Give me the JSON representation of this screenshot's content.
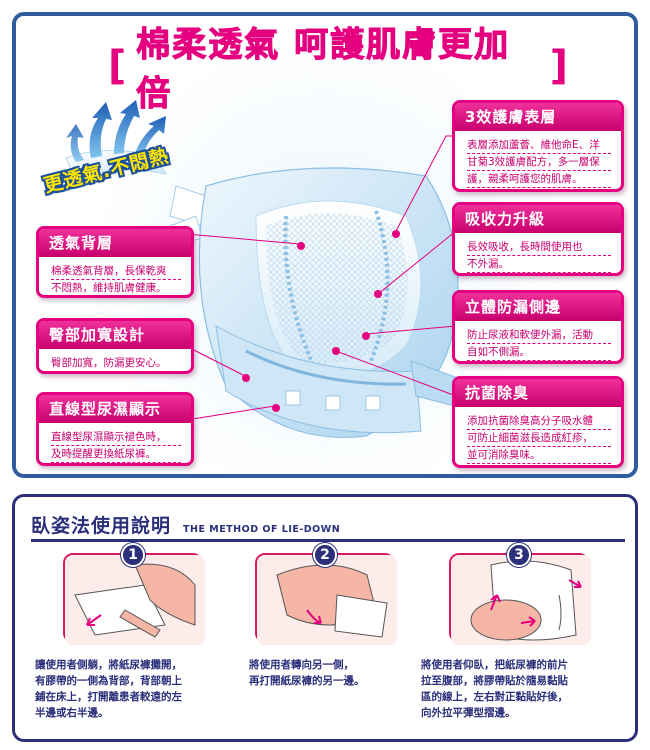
{
  "headline": {
    "bracket_left": "[",
    "text": "棉柔透氣 呵護肌膚更加倍",
    "bracket_right": "]"
  },
  "badge": {
    "text": "更透氣.不悶熱"
  },
  "cards": [
    {
      "id": "breathable-back",
      "title": "透氣背層",
      "body": [
        "棉柔透氣背層，長保乾爽",
        "不悶熱，維持肌膚健康。"
      ]
    },
    {
      "id": "wide-hip",
      "title": "臀部加寬設計",
      "body": [
        "臀部加寬，防漏更安心。"
      ]
    },
    {
      "id": "wetness-indicator",
      "title": "直線型尿濕顯示",
      "body": [
        "直線型尿濕顯示褪色時，",
        "及時提醒更換紙尿褲。"
      ]
    },
    {
      "id": "skin-care-layer",
      "title": "3效護膚表層",
      "body": [
        "表層添加蘆薈、維他命E、洋",
        "甘菊3效護膚配方，多一層保",
        "護，親柔呵護您的肌膚。"
      ]
    },
    {
      "id": "absorbency",
      "title": "吸收力升級",
      "body": [
        "長效吸收，長時間使用也",
        "不外漏。"
      ]
    },
    {
      "id": "leak-guard",
      "title": "立體防漏側邊",
      "body": [
        "防止尿液和軟便外漏，活動",
        "自如不側漏。"
      ]
    },
    {
      "id": "antibacterial",
      "title": "抗菌除臭",
      "body": [
        "添加抗菌除臭高分子吸水體",
        "可防止細菌滋長造成紅疹，",
        "並可消除臭味。"
      ]
    }
  ],
  "usage": {
    "title": "臥姿法使用說明",
    "subtitle": "THE METHOD OF LIE-DOWN",
    "steps": [
      {
        "number": "1",
        "text": [
          "讓使用者側躺，將紙尿褲攤開，",
          "有膠帶的一側為背部，背部朝上",
          "鋪在床上，打開離患者較遠的左",
          "半邊或右半邊。"
        ]
      },
      {
        "number": "2",
        "text": [
          "將使用者轉向另一側，",
          "再打開紙尿褲的另一邊。"
        ]
      },
      {
        "number": "3",
        "text": [
          "將使用者仰臥，把紙尿褲的前片",
          "拉至腹部，將膠帶貼於隨易黏貼",
          "區的線上，左右對正黏貼好後，",
          "向外拉平彈型摺邊。"
        ]
      }
    ]
  },
  "colors": {
    "accent_pink": "#e4007f",
    "frame_blue": "#2f5d9e",
    "navy": "#2c2f7a",
    "badge_yellow": "#ffe600"
  }
}
